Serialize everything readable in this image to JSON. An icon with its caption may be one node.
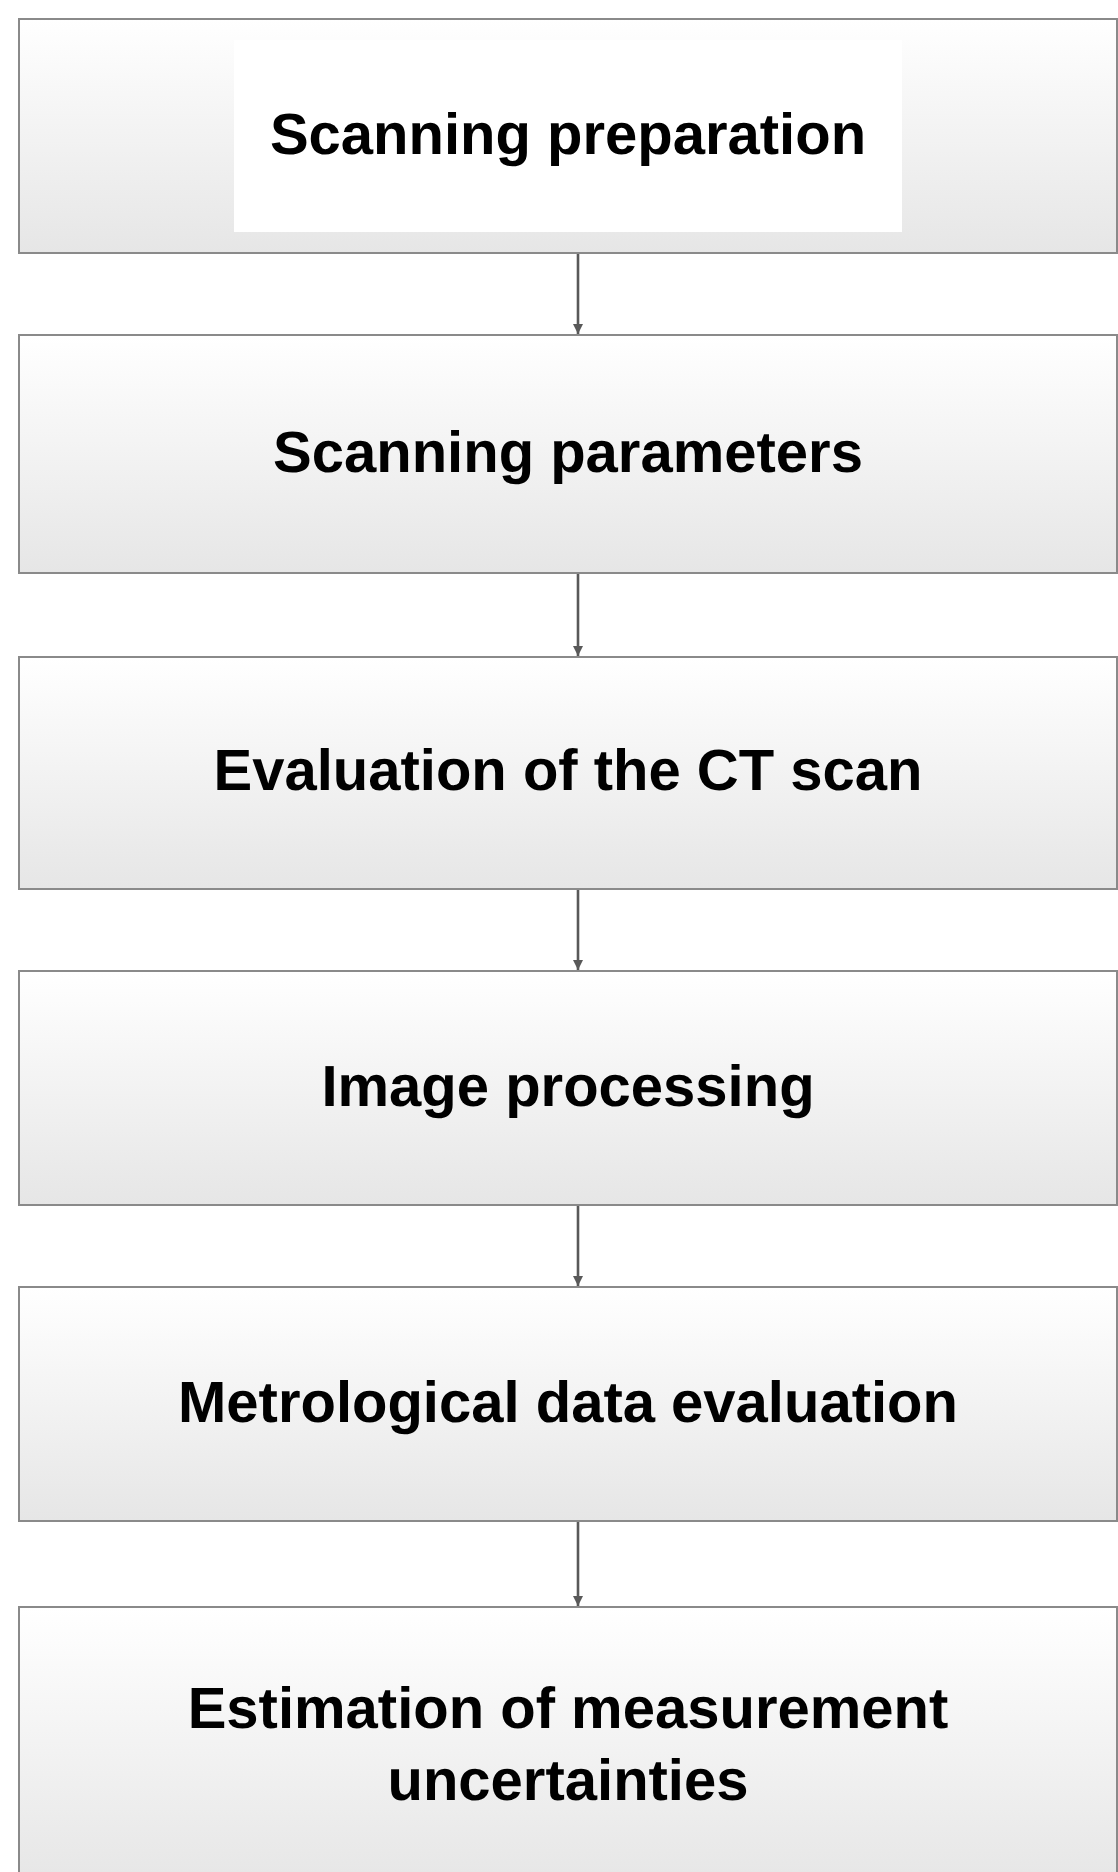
{
  "diagram": {
    "nodes": [
      {
        "text": [
          "Scanning preparation"
        ]
      },
      {
        "text": [
          "Scanning parameters"
        ]
      },
      {
        "text": [
          "Evaluation of the CT scan"
        ]
      },
      {
        "text": [
          "Image processing"
        ]
      },
      {
        "text": [
          "Metrological data evaluation"
        ]
      },
      {
        "text": [
          "Estimation of measurement uncertainties"
        ]
      }
    ],
    "edges": [
      {
        "from": 0,
        "to": 1,
        "arrow": "to"
      },
      {
        "from": 1,
        "to": 2,
        "arrow": "to"
      },
      {
        "from": 2,
        "to": 3,
        "arrow": "to"
      },
      {
        "from": 3,
        "to": 4,
        "arrow": "to"
      },
      {
        "from": 4,
        "to": 5,
        "arrow": "to"
      }
    ]
  }
}
